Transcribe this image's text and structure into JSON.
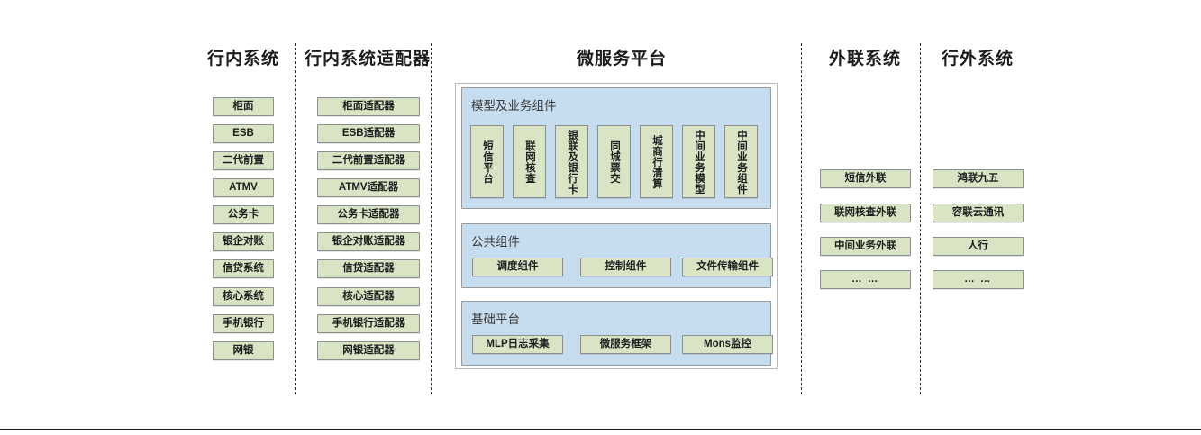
{
  "columns": [
    {
      "id": "intra-bank-systems",
      "title": "行内系统",
      "items": [
        "柜面",
        "ESB",
        "二代前置",
        "ATMV",
        "公务卡",
        "银企对账",
        "信贷系统",
        "核心系统",
        "手机银行",
        "网银"
      ]
    },
    {
      "id": "intra-bank-adapters",
      "title": "行内系统适配器",
      "items": [
        "柜面适配器",
        "ESB适配器",
        "二代前置适配器",
        "ATMV适配器",
        "公务卡适配器",
        "银企对账适配器",
        "信贷适配器",
        "核心适配器",
        "手机银行适配器",
        "网银适配器"
      ]
    },
    {
      "id": "external-liaison-systems",
      "title": "外联系统",
      "items": [
        "短信外联",
        "联网核查外联",
        "中间业务外联",
        "… …"
      ]
    },
    {
      "id": "outside-bank-systems",
      "title": "行外系统",
      "items": [
        "鸿联九五",
        "容联云通讯",
        "人行",
        "… …"
      ]
    }
  ],
  "platform": {
    "title": "微服务平台",
    "sections": [
      {
        "id": "model-business-components",
        "label": "模型及业务组件",
        "orientation": "vertical",
        "items": [
          "短信平台",
          "联网核查",
          "银联及银行卡",
          "同城票交",
          "城商行清算",
          "中间业务模型",
          "中间业务组件"
        ]
      },
      {
        "id": "public-components",
        "label": "公共组件",
        "orientation": "horizontal",
        "items": [
          "调度组件",
          "控制组件",
          "文件传输组件"
        ]
      },
      {
        "id": "base-platform",
        "label": "基础平台",
        "orientation": "horizontal",
        "items": [
          "MLP日志采集",
          "微服务框架",
          "Mons监控"
        ]
      }
    ]
  },
  "colors": {
    "node_fill": "#d8e4c4",
    "node_border": "#8d8d8d",
    "panel_fill": "#c6dcef",
    "panel_border": "#9a9a9a",
    "separator": "#2b2b2b",
    "text": "#1d1d1d"
  }
}
